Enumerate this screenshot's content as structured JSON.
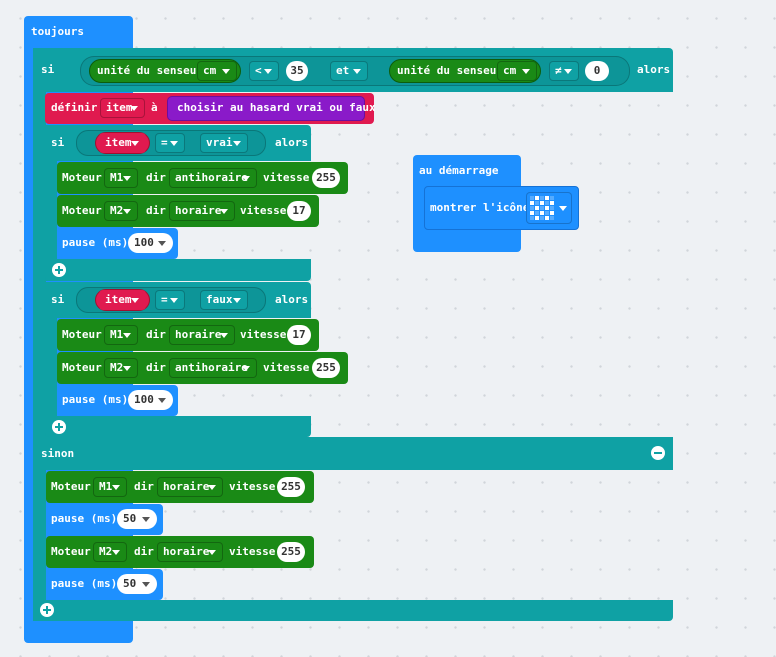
{
  "forever": {
    "label": "toujours"
  },
  "start": {
    "label": "au démarrage",
    "show_icon": "montrer l'icône",
    "icon_name": "dotted-grid-icon"
  },
  "if_main": {
    "si": "si",
    "sensor1": "unité du senseur",
    "unit1": "cm",
    "op1": "<",
    "val1": "35",
    "and": "et",
    "sensor2": "unité du senseur",
    "unit2": "cm",
    "op2": "≠",
    "val2": "0",
    "alors": "alors"
  },
  "set_var": {
    "label": "définir",
    "var": "item",
    "to": "à",
    "value": "choisir au hasard vrai ou faux"
  },
  "if1": {
    "si": "si",
    "var": "item",
    "op": "=",
    "value": "vrai",
    "alors": "alors"
  },
  "if2": {
    "si": "si",
    "var": "item",
    "op": "=",
    "value": "faux",
    "alors": "alors"
  },
  "motor": {
    "label": "Moteur",
    "dir": "dir",
    "speed": "vitesse"
  },
  "pause_label": "pause (ms)",
  "blocks": {
    "m1": {
      "motor": "M1",
      "direction": "antihoraire",
      "speed": "255"
    },
    "m2": {
      "motor": "M2",
      "direction": "horaire",
      "speed": "17"
    },
    "p1": "100",
    "m3": {
      "motor": "M1",
      "direction": "horaire",
      "speed": "17"
    },
    "m4": {
      "motor": "M2",
      "direction": "antihoraire",
      "speed": "255"
    },
    "p2": "100",
    "m5": {
      "motor": "M1",
      "direction": "horaire",
      "speed": "255"
    },
    "p3": "50",
    "m6": {
      "motor": "M2",
      "direction": "horaire",
      "speed": "255"
    },
    "p4": "50"
  },
  "else": {
    "label": "sinon"
  },
  "colors": {
    "loops": "#1e90ff",
    "logic": "#0fa1a4",
    "motors": "#1a8a16",
    "variables": "#e01a4f",
    "random": "#8a1ac9"
  }
}
